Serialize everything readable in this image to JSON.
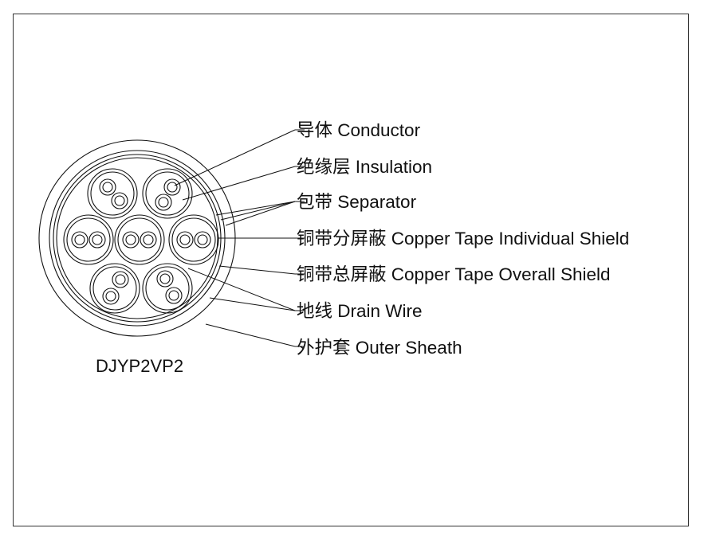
{
  "model_label": "DJYP2VP2",
  "labels": [
    {
      "key": "conductor",
      "text": "导体 Conductor"
    },
    {
      "key": "insulation",
      "text": "绝缘层 Insulation"
    },
    {
      "key": "separator",
      "text": "包带 Separator"
    },
    {
      "key": "individual_shield",
      "text": "铜带分屏蔽 Copper Tape Individual Shield"
    },
    {
      "key": "overall_shield",
      "text": "铜带总屏蔽 Copper Tape Overall Shield"
    },
    {
      "key": "drain_wire",
      "text": "地线 Drain Wire"
    },
    {
      "key": "outer_sheath",
      "text": "外护套 Outer Sheath"
    }
  ],
  "colors": {
    "line": "#111111",
    "background": "#ffffff",
    "frame": "#333333"
  }
}
